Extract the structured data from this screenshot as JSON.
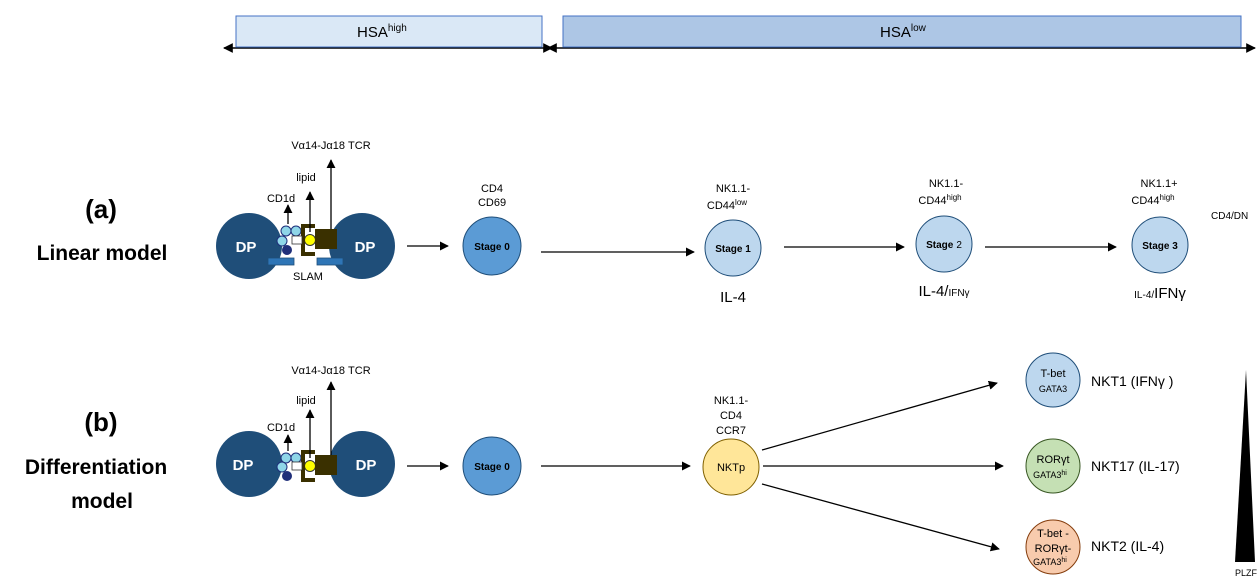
{
  "colors": {
    "dp": "#1f4e79",
    "stage0": "#5b9bd5",
    "stage_light": "#bdd7ee",
    "nktp": "#ffe699",
    "rorgt": "#c5e0b4",
    "tbet_neg": "#f8cbad",
    "bar_high": "#dae8f6",
    "bar_low": "#adc6e5",
    "bar_border": "#4472c4",
    "receptor": "#3a3000",
    "slam": "#2e75b6",
    "cd1d_ring": "#8fd6e8",
    "lipid": "#ffff00",
    "dot_dark": "#1f2f7a"
  },
  "header": {
    "hsa_high_base": "HSA",
    "hsa_high_sup": "high",
    "hsa_low_base": "HSA",
    "hsa_low_sup": "low"
  },
  "panel_a": {
    "letter": "(a)",
    "title": "Linear model",
    "dp_label": "DP",
    "tcr_label": "Vα14-Jα18 TCR",
    "lipid_label": "lipid",
    "cd1d_label": "CD1d",
    "slam_label": "SLAM",
    "stage0": {
      "label": "Stage 0",
      "marker1": "CD4",
      "marker2": "CD69"
    },
    "stage1": {
      "label": "Stage 1",
      "marker1": "NK1.1-",
      "marker2_base": "CD44",
      "marker2_sup": "low",
      "cytokine": "IL-4"
    },
    "stage2": {
      "label_base": "Stage",
      "label_num": "2",
      "marker1": "NK1.1-",
      "marker2_base": "CD44",
      "marker2_sup": "high",
      "cytokine_big": "IL-4/",
      "cytokine_small": "IFNγ"
    },
    "stage3": {
      "label": "Stage 3",
      "marker1": "NK1.1+",
      "marker2_base": "CD44",
      "marker2_sup": "high",
      "side": "CD4/DN",
      "cytokine_small": "IL-4/",
      "cytokine_big": "IFNγ"
    }
  },
  "panel_b": {
    "letter": "(b)",
    "title_line1": "Differentiation",
    "title_line2": "model",
    "dp_label": "DP",
    "tcr_label": "Vα14-Jα18 TCR",
    "lipid_label": "lipid",
    "cd1d_label": "CD1d",
    "stage0_label": "Stage 0",
    "nktp": {
      "label": "NKTp",
      "marker1": "NK1.1-",
      "marker2": "CD4",
      "marker3": "CCR7"
    },
    "nkt1": {
      "line1": "T-bet",
      "line2": "GATA3",
      "name": "NKT1 (IFNγ )"
    },
    "nkt17": {
      "line1": "RORγt",
      "line2_base": "GATA3",
      "line2_sup": "hi",
      "name": "NKT17 (IL-17)"
    },
    "nkt2": {
      "line1": "T-bet -",
      "line2": "RORγt-",
      "line3_base": "GATA3",
      "line3_sup": "hi",
      "name": "NKT2 (IL-4)"
    }
  },
  "plzf_label": "PLZF"
}
